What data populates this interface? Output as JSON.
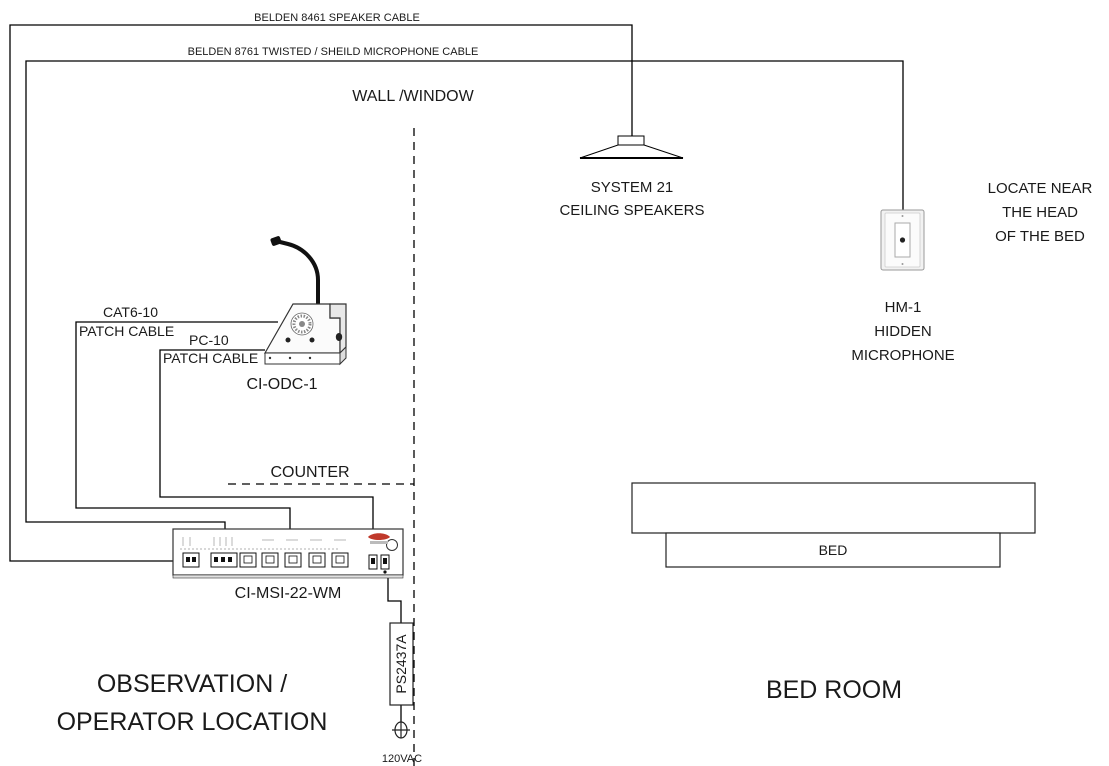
{
  "cables": {
    "speaker": "BELDEN 8461 SPEAKER CABLE",
    "microphone": "BELDEN 8761 TWISTED / SHEILD MICROPHONE CABLE",
    "cat6_name": "CAT6-10",
    "cat6_desc": "PATCH CABLE",
    "pc10_name": "PC-10",
    "pc10_desc": "PATCH CABLE"
  },
  "zones": {
    "wall": "WALL /WINDOW",
    "counter": "COUNTER",
    "observation_line1": "OBSERVATION /",
    "observation_line2": "OPERATOR LOCATION",
    "bedroom": "BED ROOM"
  },
  "devices": {
    "speaker_line1": "SYSTEM 21",
    "speaker_line2": "CEILING SPEAKERS",
    "mic_model": "HM-1",
    "mic_line2": "HIDDEN",
    "mic_line3": "MICROPHONE",
    "mic_note1": "LOCATE NEAR",
    "mic_note2": "THE HEAD",
    "mic_note3": "OF THE BED",
    "odc": "CI-ODC-1",
    "msi": "CI-MSI-22-WM",
    "psu": "PS2437A",
    "power": "120VAC",
    "bed": "BED"
  }
}
